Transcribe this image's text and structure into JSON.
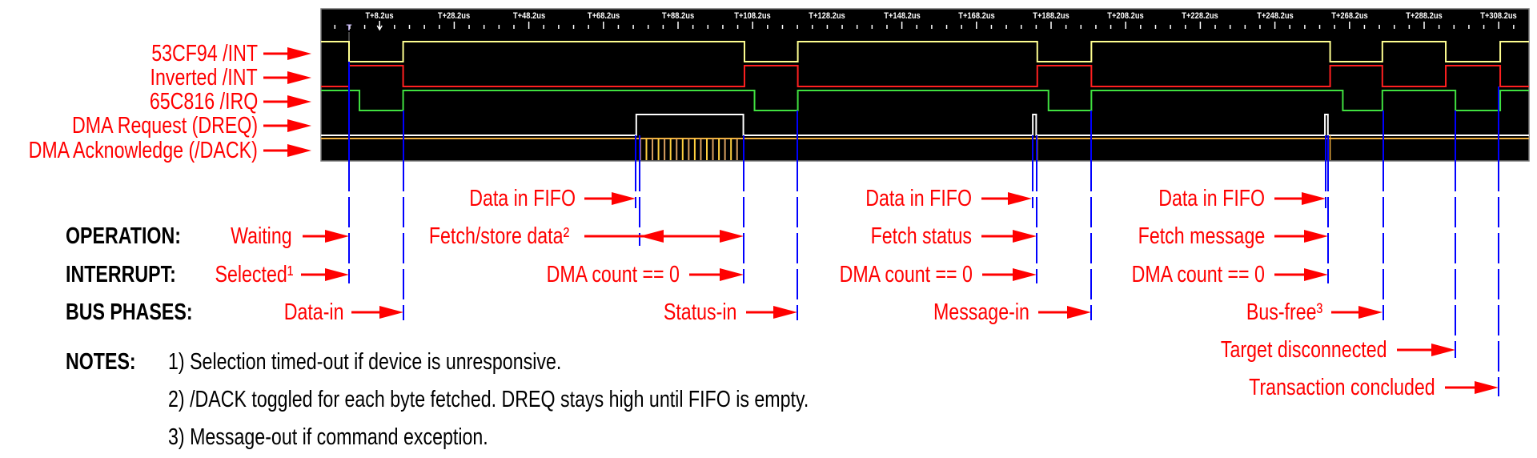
{
  "signals": [
    {
      "name": "53CF94 /INT",
      "color": "#ffff90",
      "initial": 1,
      "transitions_us": [
        0,
        14.5,
        106,
        120.3,
        184.5,
        199,
        263,
        277,
        294,
        308.6
      ]
    },
    {
      "name": "Inverted  /INT",
      "color": "#ff2020",
      "initial": 0,
      "transitions_us": [
        0,
        14.5,
        106,
        120.3,
        184.5,
        199,
        263,
        277,
        294,
        308.6
      ]
    },
    {
      "name": "65C816 /IRQ",
      "color": "#40e040",
      "initial": 1,
      "transitions_us": [
        2.8,
        14.5,
        108.7,
        120.3,
        187.5,
        199,
        266.4,
        277,
        296.6,
        308.6
      ]
    },
    {
      "name": "DMA Request (DREQ)",
      "color": "#ffffff",
      "initial": 0,
      "transitions_us": [
        77,
        105.7,
        183.3,
        184.2,
        261.6,
        262.4
      ]
    },
    {
      "name": "DMA Acknowledge (/DACK)",
      "color": "#f0b040",
      "pulse_start_us": 78.1,
      "pulse_period_us": 1.62,
      "pulse_count": 17,
      "single_pulses_us": [
        184.5,
        263
      ]
    }
  ],
  "axis": {
    "trigger_marker": "T",
    "tick_labels": [
      "T+8.2us",
      "T+28.2us",
      "T+48.2us",
      "T+68.2us",
      "T+88.2us",
      "T+108.2us",
      "T+128.2us",
      "T+148.2us",
      "T+168.2us",
      "T+188.2us",
      "T+208.2us",
      "T+228.2us",
      "T+248.2us",
      "T+268.2us",
      "T+288.2us",
      "T+308.2us"
    ],
    "tick_values_us": [
      8.2,
      28.2,
      48.2,
      68.2,
      88.2,
      108.2,
      128.2,
      148.2,
      168.2,
      188.2,
      208.2,
      228.2,
      248.2,
      268.2,
      288.2,
      308.2
    ]
  },
  "headings": {
    "operation": "OPERATION:",
    "interrupt": "INTERRUPT:",
    "bus_phases": "BUS PHASES:",
    "notes": "NOTES:"
  },
  "annotations": {
    "waiting": "Waiting",
    "fetch_store": "Fetch/store data²",
    "selected": "Selected¹",
    "dma_zero_1": "DMA count == 0",
    "data_in": "Data-in",
    "data_fifo_1": "Data in FIFO",
    "status_in": "Status-in",
    "data_fifo_2": "Data in FIFO",
    "fetch_status": "Fetch status",
    "dma_zero_2": "DMA count == 0",
    "message_in": "Message-in",
    "data_fifo_3": "Data in FIFO",
    "fetch_message": "Fetch message",
    "dma_zero_3": "DMA count == 0",
    "bus_free": "Bus-free³",
    "target_disconnected": "Target disconnected",
    "transaction_concluded": "Transaction concluded"
  },
  "notes": [
    "1) Selection timed-out if device is unresponsive.",
    "2) /DACK toggled for each byte fetched.  DREQ stays high until FIFO is empty.",
    "3) Message-out if command exception."
  ],
  "colors": {
    "annotation": "#ff0000",
    "marker": "#0000ff",
    "panel": "#000000"
  }
}
